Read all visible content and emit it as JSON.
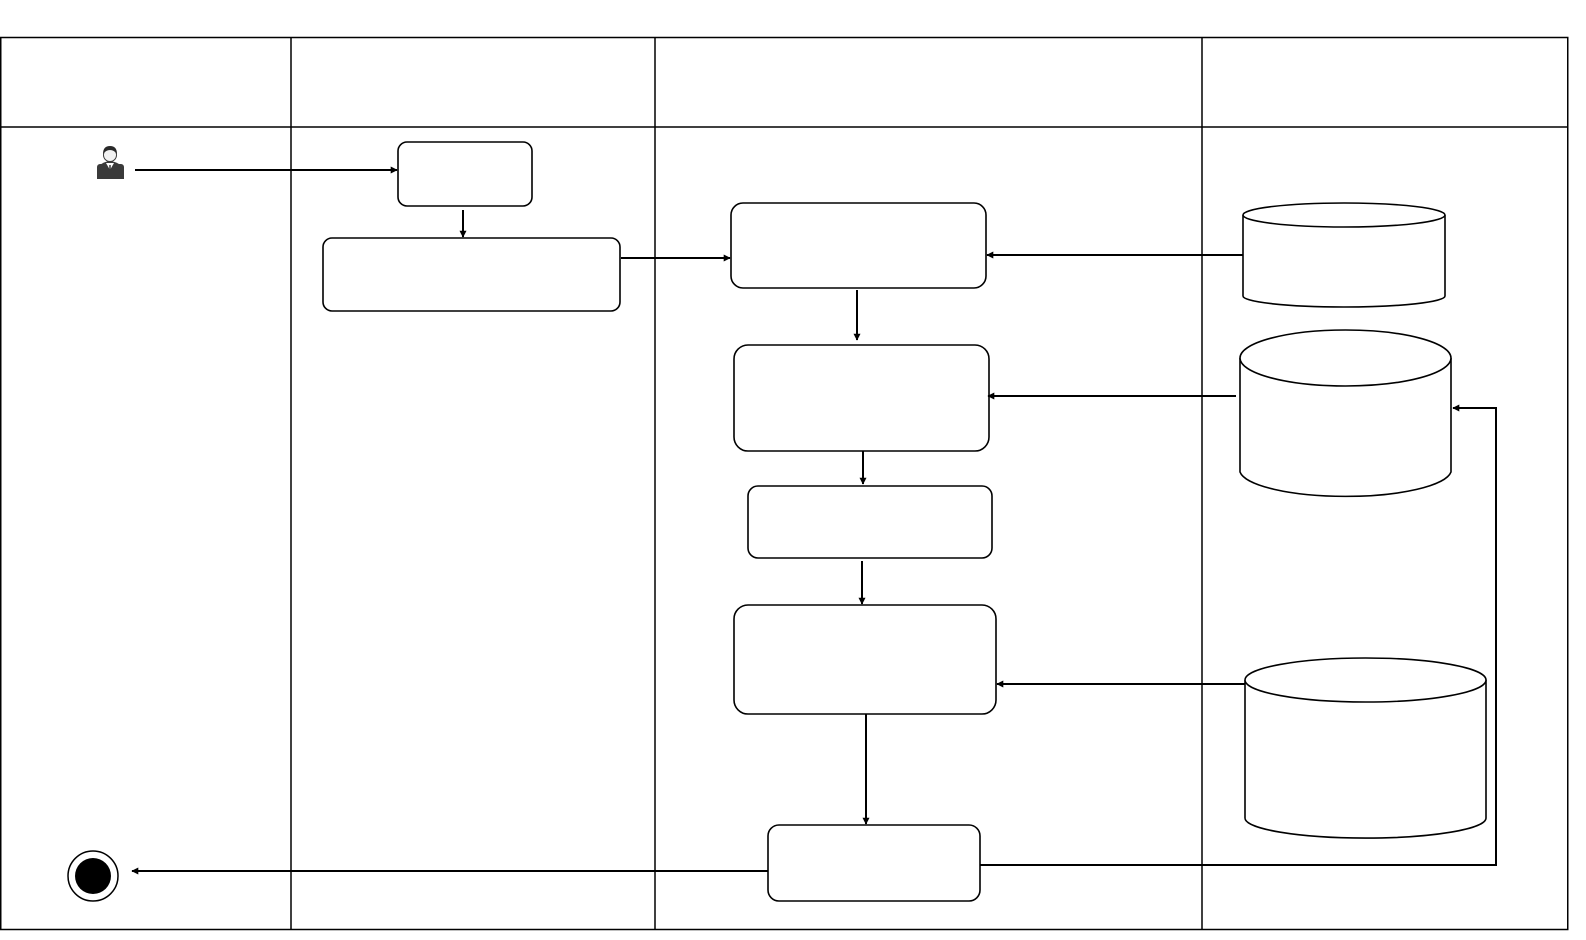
{
  "diagram": {
    "type": "swimlane-activity-diagram",
    "lanes": [
      {
        "id": "lane-1",
        "title": ""
      },
      {
        "id": "lane-2",
        "title": ""
      },
      {
        "id": "lane-3",
        "title": ""
      },
      {
        "id": "lane-4",
        "title": ""
      }
    ],
    "nodes": [
      {
        "id": "actor",
        "kind": "actor-icon",
        "label": ""
      },
      {
        "id": "box-login",
        "kind": "activity",
        "label": ""
      },
      {
        "id": "box-input",
        "kind": "activity",
        "label": ""
      },
      {
        "id": "box-process-1",
        "kind": "activity",
        "label": ""
      },
      {
        "id": "box-process-2",
        "kind": "activity",
        "label": ""
      },
      {
        "id": "box-process-3",
        "kind": "activity",
        "label": ""
      },
      {
        "id": "box-process-4",
        "kind": "activity",
        "label": ""
      },
      {
        "id": "box-result",
        "kind": "activity",
        "label": ""
      },
      {
        "id": "db-1",
        "kind": "database",
        "label": ""
      },
      {
        "id": "db-2",
        "kind": "database",
        "label": ""
      },
      {
        "id": "db-3",
        "kind": "database",
        "label": ""
      },
      {
        "id": "end",
        "kind": "final-node",
        "label": ""
      }
    ],
    "edges": [
      {
        "from": "actor",
        "to": "box-login"
      },
      {
        "from": "box-login",
        "to": "box-input"
      },
      {
        "from": "box-input",
        "to": "box-process-1"
      },
      {
        "from": "db-1",
        "to": "box-process-1"
      },
      {
        "from": "box-process-1",
        "to": "box-process-2"
      },
      {
        "from": "db-2",
        "to": "box-process-2"
      },
      {
        "from": "box-process-2",
        "to": "box-process-3"
      },
      {
        "from": "box-process-3",
        "to": "box-process-4"
      },
      {
        "from": "db-3",
        "to": "box-process-4"
      },
      {
        "from": "box-process-4",
        "to": "box-result"
      },
      {
        "from": "box-result",
        "to": "end"
      },
      {
        "from": "box-result",
        "to": "db-2"
      }
    ]
  }
}
